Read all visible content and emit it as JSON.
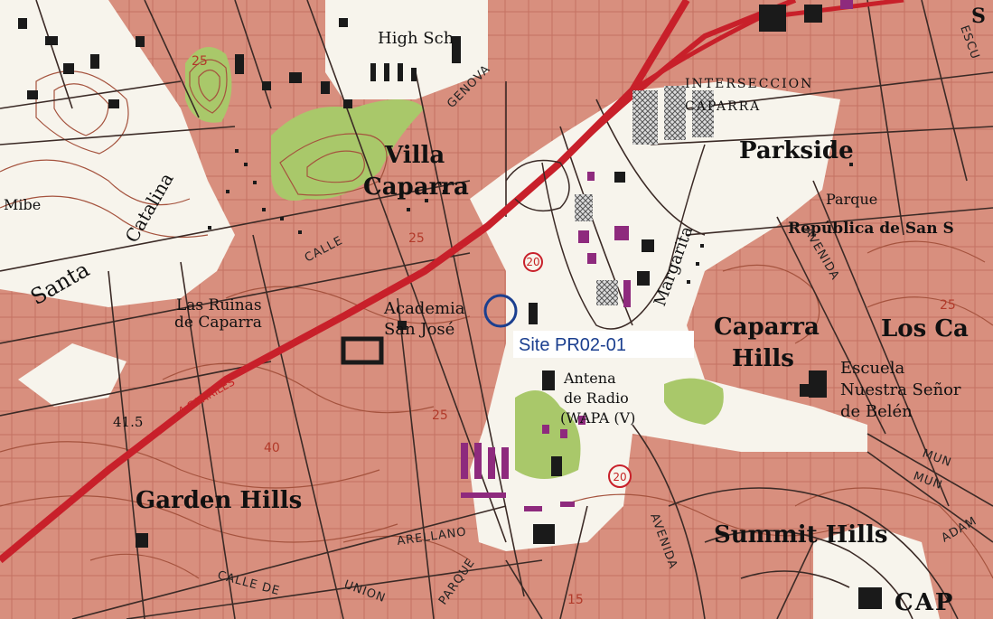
{
  "colors": {
    "urban": "#d88f7e",
    "urban_dark": "#c77565",
    "paper": "#f7f4ec",
    "contour": "#a5533e",
    "road_red": "#c8202a",
    "green": "#a9c86a",
    "purple": "#8e2a7d",
    "site_marker": "#1b3f8f",
    "building": "#1a1a1a"
  },
  "places": {
    "high_school": "High Sch",
    "interseccion": "INTERSECCION",
    "caparra_interchange": "CAPARRA",
    "villa": "Villa",
    "caparra": "Caparra",
    "parkside": "Parkside",
    "parque": "Parque",
    "republica": "República de San S",
    "mibe": "Mibe",
    "santa": "Santa",
    "catalina": "Catalina",
    "ruinas1": "Las Ruinas",
    "ruinas2": "de Caparra",
    "academia1": "Academia",
    "academia2": "San José",
    "caparra_hills1": "Caparra",
    "caparra_hills2": "Hills",
    "los_ca": "Los Ca",
    "escuela1": "Escuela",
    "escuela2": "Nuestra Señor",
    "escuela3": "de Belén",
    "antena1": "Antena",
    "antena2": "de Radio",
    "antena3": "(WAPA (V)",
    "garden_hills": "Garden Hills",
    "summit_hills": "Summit Hills",
    "cap": "CAP",
    "genova": "GENOVA",
    "calle": "CALLE",
    "avenida": "AVENIDA",
    "avenida2": "AVENIDA",
    "margarita": "Margarita",
    "arellano": "ARELLANO",
    "calle_de": "CALLE DE",
    "union": "UNION",
    "parque_st": "PARQUE",
    "mun": "MUN",
    "mun2": "MUN",
    "adama": "ADAM",
    "escu": "ESCU",
    "cuatro_carriles": "4 CARRILES",
    "elev_41_5": "41.5",
    "contour_25a": "25",
    "contour_25b": "25",
    "contour_25c": "25",
    "contour_25d": "25",
    "contour_40": "40",
    "contour_15": "15",
    "route_20": "20",
    "route_20b": "20",
    "s": "S"
  },
  "site": {
    "label": "Site PR02-01"
  }
}
